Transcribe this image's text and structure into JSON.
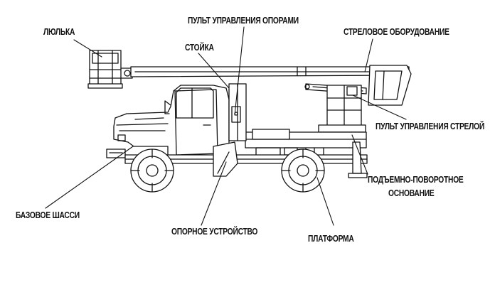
{
  "diagram": {
    "subject": "truck-mounted aerial work platform",
    "labels": {
      "basket": "ЛЮЛЬКА",
      "support_control": "ПУЛЬТ УПРАВЛЕНИЯ ОПОРАМИ",
      "column": "СТОЙКА",
      "boom_equipment": "СТРЕЛОВОЕ ОБОРУДОВАНИЕ",
      "boom_control": "ПУЛЬТ УПРАВЛЕНИЯ СТРЕЛОЙ",
      "turntable_line1": "ПОДЪЕМНО-ПОВОРОТНОЕ",
      "turntable_line2": "ОСНОВАНИЕ",
      "chassis": "БАЗОВОЕ ШАССИ",
      "outrigger": "ОПОРНОЕ УСТРОЙСТВО",
      "platform": "ПЛАТФОРМА"
    },
    "colors": {
      "line": "#111111",
      "background": "#ffffff"
    }
  }
}
